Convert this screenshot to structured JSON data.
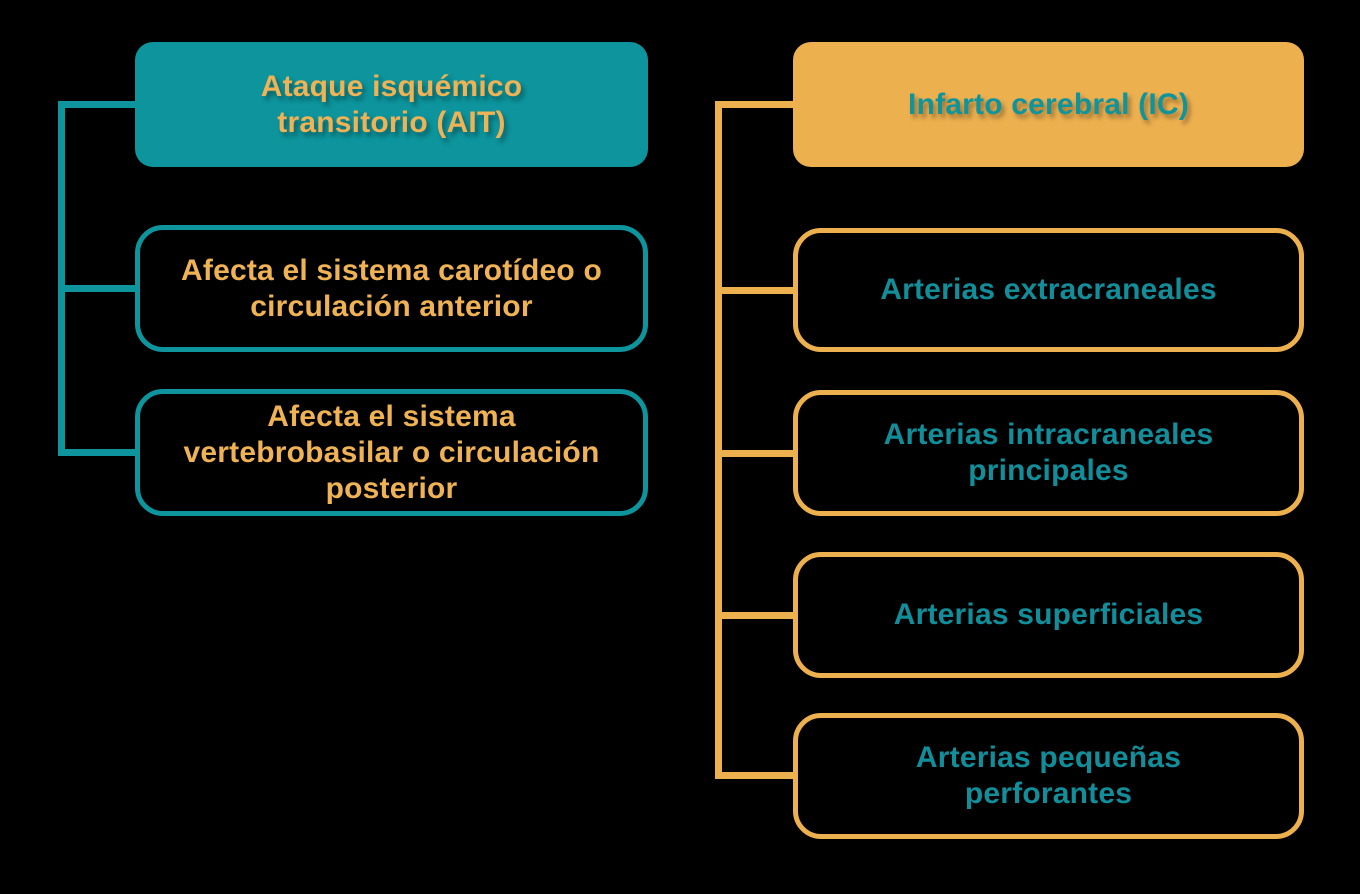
{
  "palette": {
    "teal": "#0D949C",
    "orange": "#EDB04F",
    "background": "#000000"
  },
  "left_tree": {
    "header": {
      "label": "Ataque isquémico\ntransitorio (AIT)"
    },
    "children": [
      {
        "label": "Afecta el sistema carotídeo o\ncirculación anterior"
      },
      {
        "label": "Afecta el sistema\nvertebrobasilar o circulación\nposterior"
      }
    ]
  },
  "right_tree": {
    "header": {
      "label": "Infarto cerebral (IC)"
    },
    "children": [
      {
        "label": "Arterias extracraneales"
      },
      {
        "label": "Arterias intracraneales\nprincipales"
      },
      {
        "label": "Arterias superficiales"
      },
      {
        "label": "Arterias pequeñas\nperforantes"
      }
    ]
  }
}
